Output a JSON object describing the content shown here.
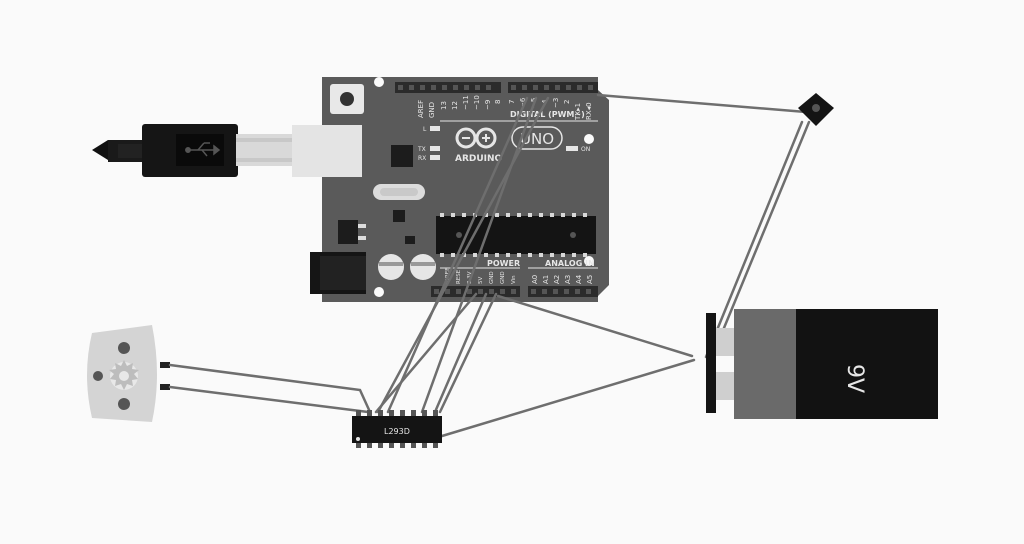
{
  "arduino": {
    "brand": "ARDUINO",
    "model": "UNO",
    "digital_header": "DIGITAL (PWM~)",
    "power_header": "POWER",
    "analog_header": "ANALOG IN",
    "led_on": "ON",
    "led_l": "L",
    "led_tx": "TX",
    "led_rx": "RX",
    "digital_pins": [
      "AREF",
      "GND",
      "13",
      "12",
      "~11",
      "~10",
      "~9",
      "8",
      "7",
      "~6",
      "~5",
      "4",
      "~3",
      "2",
      "TX▸1",
      "RX◂0"
    ],
    "power_pins": [
      "IOREF",
      "RESET",
      "3.3V",
      "5V",
      "GND",
      "GND",
      "Vin"
    ],
    "analog_pins": [
      "A0",
      "A1",
      "A2",
      "A3",
      "A4",
      "A5"
    ]
  },
  "driver_chip": {
    "label": "L293D"
  },
  "battery": {
    "label": "9V"
  },
  "colors": {
    "background": "#fafafa",
    "board": "#5a5a5a",
    "header": "#2b2b2b",
    "wire": "#6e6e6e",
    "battery_body": "#121212",
    "motor": "#d4d4d4"
  }
}
